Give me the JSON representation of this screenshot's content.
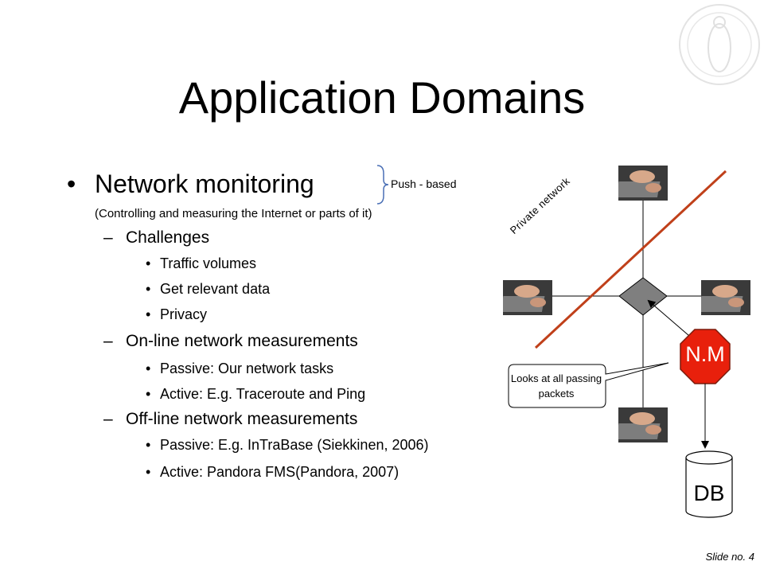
{
  "title": "Application Domains",
  "main": {
    "heading": "Network monitoring",
    "subheading": "(Controlling and measuring the Internet or parts of it)",
    "push_label": "Push - based",
    "sections": [
      {
        "label": "Challenges",
        "items": [
          "Traffic volumes",
          "Get relevant data",
          "Privacy"
        ]
      },
      {
        "label": "On-line network measurements",
        "items": [
          "Passive: Our network tasks",
          "Active: E.g. Traceroute and Ping"
        ]
      },
      {
        "label": "Off-line network measurements",
        "items": [
          "Passive: E.g. InTraBase (Siekkinen, 2006)",
          "Active: Pandora FMS(Pandora, 2007)"
        ]
      }
    ]
  },
  "diagram": {
    "private_network_label": "Private network",
    "nm_label": "N.M",
    "callout_text": "Looks at all passing packets",
    "db_label": "DB",
    "colors": {
      "divider_line": "#c0401a",
      "nm_octagon": "#e8200c",
      "router": "#7f7f7f"
    },
    "icons": [
      "computer-user-photo-top",
      "computer-user-photo-left",
      "computer-user-photo-right",
      "computer-user-photo-bottom",
      "university-seal"
    ]
  },
  "footer": {
    "slide_no": "Slide no. 4"
  }
}
